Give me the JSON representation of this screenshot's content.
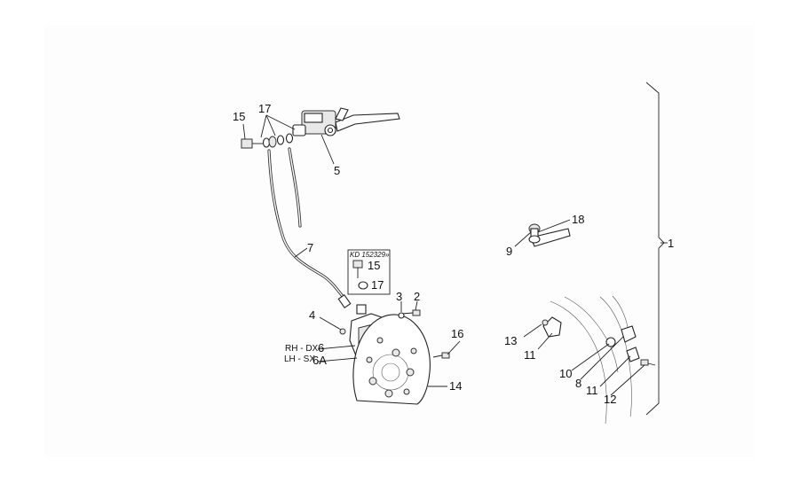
{
  "labels": {
    "p1": "1",
    "p2": "2",
    "p3": "3",
    "p4": "4",
    "p5": "5",
    "p6": "6",
    "p6a": "6A",
    "p7": "7",
    "p8": "8",
    "p9": "9",
    "p10": "10",
    "p11a": "11",
    "p11b": "11",
    "p12": "12",
    "p13": "13",
    "p14": "14",
    "p15a": "15",
    "p15b": "15",
    "p16": "16",
    "p17a": "17",
    "p17b": "17",
    "p18": "18",
    "rh_dx": "RH - DX",
    "lh_sx": "LH - SX",
    "kd_code": "KD 152329»"
  }
}
